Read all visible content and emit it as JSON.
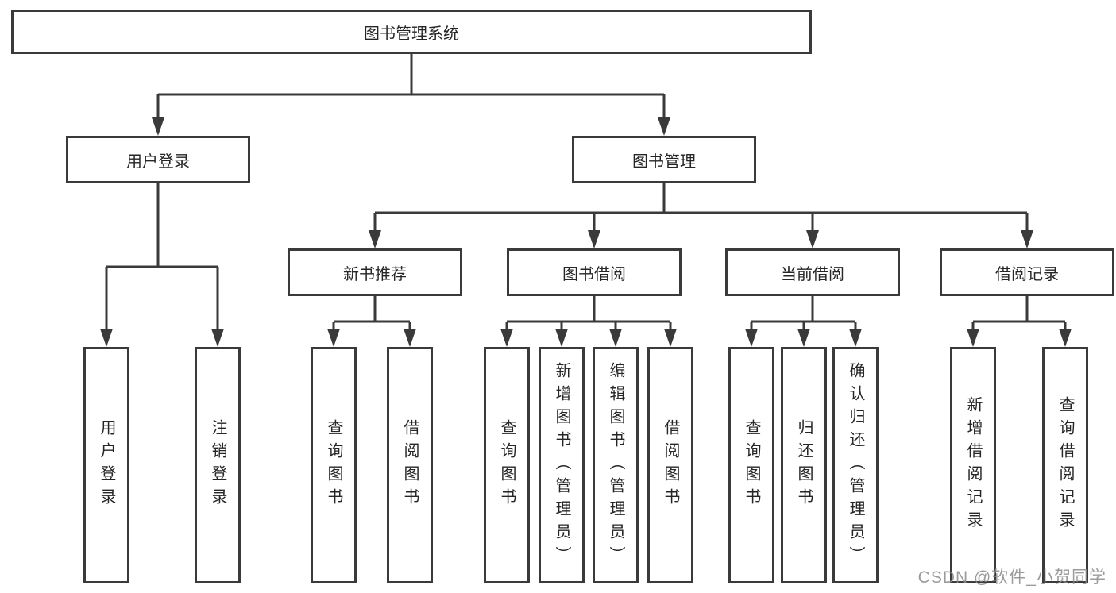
{
  "tree": {
    "root": "图书管理系统",
    "children": [
      {
        "label": "用户登录",
        "children": [
          "用户登录",
          "注销登录"
        ]
      },
      {
        "label": "图书管理",
        "children": [
          {
            "label": "新书推荐",
            "children": [
              "查询图书",
              "借阅图书"
            ]
          },
          {
            "label": "图书借阅",
            "children": [
              "查询图书",
              "新增图书（管理员）",
              "编辑图书（管理员）",
              "借阅图书"
            ]
          },
          {
            "label": "当前借阅",
            "children": [
              "查询图书",
              "归还图书",
              "确认归还（管理员）"
            ]
          },
          {
            "label": "借阅记录",
            "children": [
              "新增借阅记录",
              "查询借阅记录"
            ]
          }
        ]
      }
    ]
  },
  "watermark": {
    "text": "CSDN @软件_小贺同学"
  },
  "colors": {
    "line": "#3a3a3a",
    "text": "#262626",
    "background": "#ffffff",
    "watermark": "#8a8a8a"
  }
}
